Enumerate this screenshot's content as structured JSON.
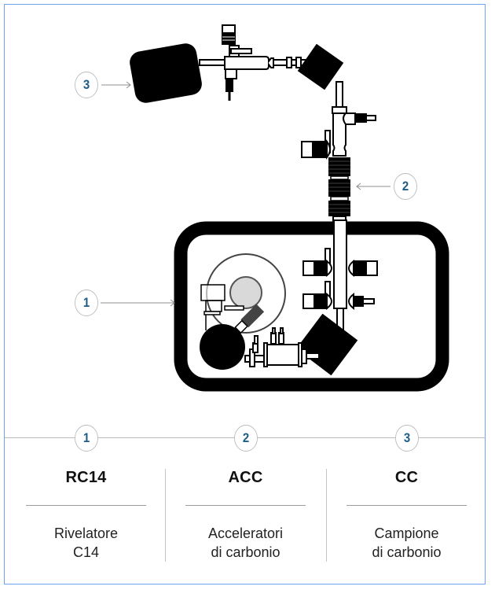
{
  "diagram": {
    "callouts": [
      {
        "number": "1",
        "target": "rc14-chamber"
      },
      {
        "number": "2",
        "target": "acc-couplers"
      },
      {
        "number": "3",
        "target": "cc-sample-block"
      }
    ],
    "colors": {
      "frame": "#6ea4ee",
      "callout_text": "#1f5d86",
      "callout_border": "#b8bcc0",
      "ink": "#000000",
      "grey_fill": "#d9d9d9"
    }
  },
  "legend": {
    "items": [
      {
        "number": "1",
        "code": "RC14",
        "line1": "Rivelatore",
        "line2": "C14"
      },
      {
        "number": "2",
        "code": "ACC",
        "line1": "Acceleratori",
        "line2": "di carbonio"
      },
      {
        "number": "3",
        "code": "CC",
        "line1": "Campione",
        "line2": "di carbonio"
      }
    ]
  }
}
